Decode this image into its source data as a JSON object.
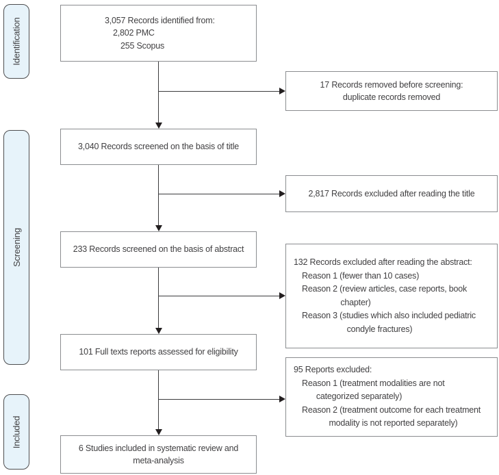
{
  "stages": {
    "identification": "Identification",
    "screening": "Screening",
    "included": "Included"
  },
  "main_flow": {
    "records_identified": {
      "line1": "3,057 Records identified from:",
      "line2": "2,802 PMC",
      "line3": "255 Scopus"
    },
    "screened_title": "3,040 Records screened on the basis of title",
    "screened_abstract": "233 Records screened on the basis of abstract",
    "fulltext_assessed": "101 Full texts reports assessed for eligibility",
    "included_studies": {
      "line1": "6 Studies included in systematic review and",
      "line2": "meta-analysis"
    }
  },
  "exclusions": {
    "removed_before_screening": {
      "line1": "17 Records removed before screening:",
      "line2": "duplicate records removed"
    },
    "excluded_title": "2,817 Records excluded after reading the title",
    "excluded_abstract": {
      "title": "132 Records excluded after reading the abstract:",
      "reason1": "Reason 1 (fewer than 10 cases)",
      "reason2_line1": "Reason 2 (review articles, case reports, book",
      "reason2_line2": "chapter)",
      "reason3_line1": "Reason 3 (studies which also included pediatric",
      "reason3_line2": "condyle fractures)"
    },
    "reports_excluded": {
      "title": "95 Reports excluded:",
      "reason1_line1": "Reason 1 (treatment modalities are not",
      "reason1_line2": "categorized separately)",
      "reason2_line1": "Reason 2 (treatment outcome for each treatment",
      "reason2_line2": "modality is not reported separately)"
    }
  },
  "colors": {
    "stage_fill": "#e7f3fa",
    "box_border": "#8a8c8f",
    "text": "#414042",
    "arrow": "#231f20"
  }
}
